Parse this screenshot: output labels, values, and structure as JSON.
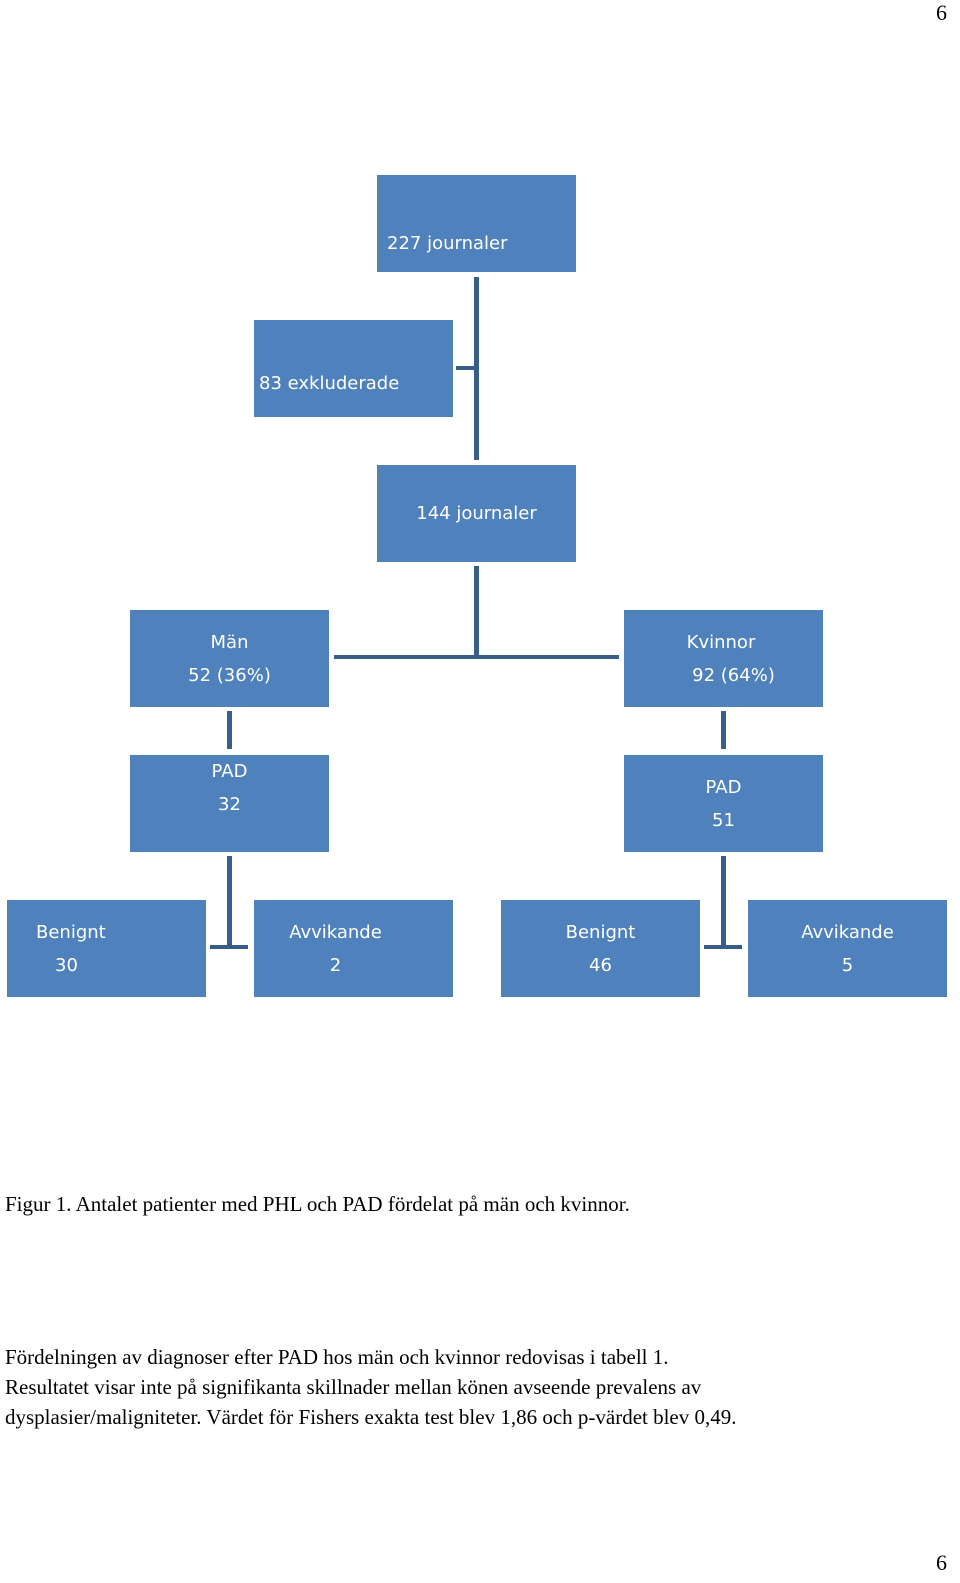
{
  "page_number_top": "6",
  "page_number_bottom": "6",
  "flowchart": {
    "total": "227 journaler",
    "excluded": "83 exkluderade",
    "included": "144 journaler",
    "men": {
      "label": "Män",
      "value": "52 (36%)"
    },
    "women": {
      "label": "Kvinnor",
      "value": "92 (64%)"
    },
    "men_pad": {
      "label": "PAD",
      "value": "32"
    },
    "women_pad": {
      "label": "PAD",
      "value": "51"
    },
    "men_benign": {
      "label": "Benignt",
      "value": "30"
    },
    "men_deviant": {
      "label": "Avvikande",
      "value": "2"
    },
    "women_benign": {
      "label": "Benignt",
      "value": "46"
    },
    "women_deviant": {
      "label": "Avvikande",
      "value": "5"
    }
  },
  "caption": "Figur 1. Antalet patienter med PHL och PAD fördelat på män och kvinnor.",
  "paragraph": [
    "Fördelningen av diagnoser efter PAD hos män och kvinnor redovisas i tabell 1.",
    "Resultatet visar inte på signifikanta skillnader mellan könen avseende prevalens av",
    "dysplasier/maligniteter. Värdet för Fishers exakta test blev 1,86 och p-värdet blev 0,49."
  ]
}
